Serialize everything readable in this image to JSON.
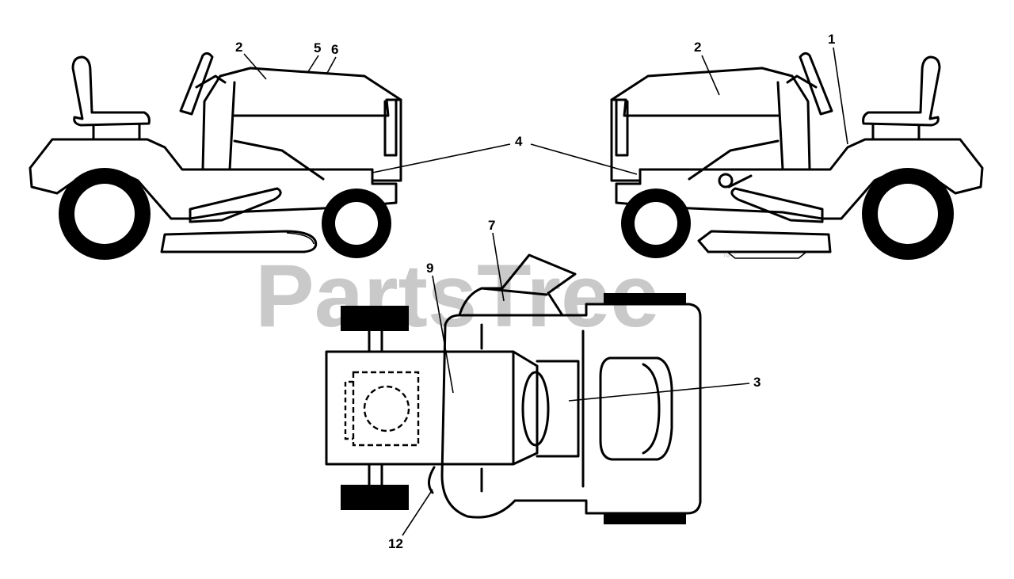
{
  "watermark": {
    "text": "PartsTree",
    "tm": "™"
  },
  "callouts": {
    "c1": "1",
    "c2a": "2",
    "c2b": "2",
    "c3": "3",
    "c4": "4",
    "c5": "5",
    "c6": "6",
    "c7": "7",
    "c9": "9",
    "c12": "12"
  }
}
